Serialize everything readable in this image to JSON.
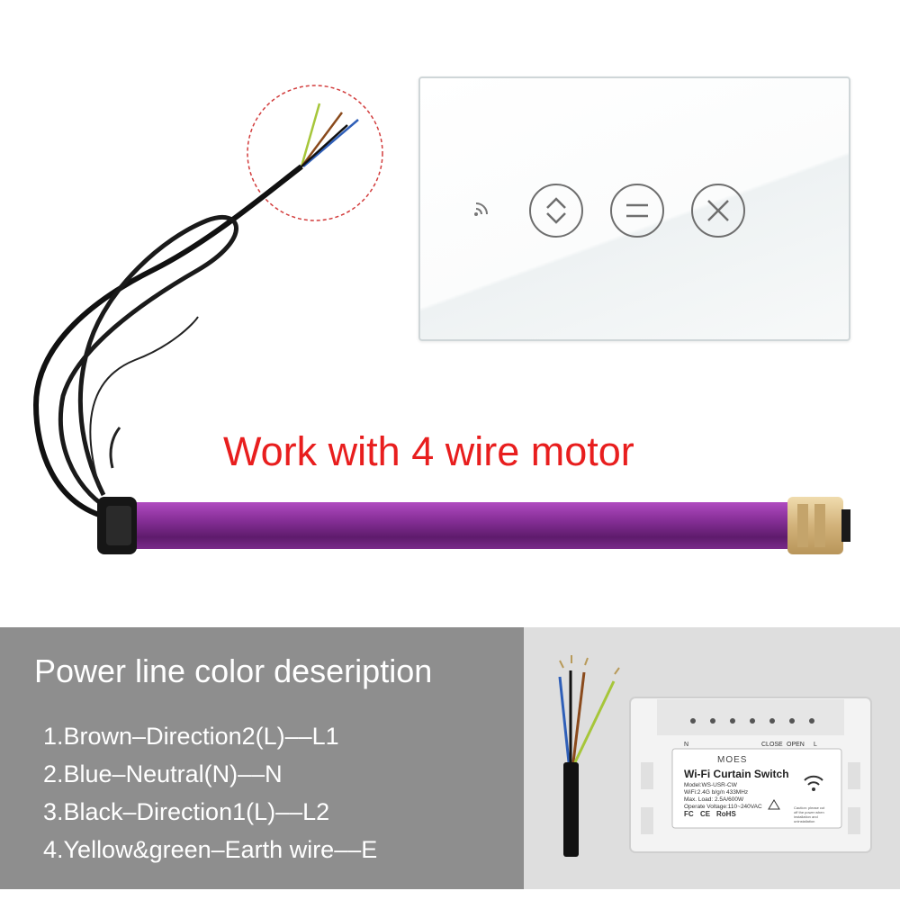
{
  "headline": "Work with 4 wire motor",
  "section_title": "Power line color deseription",
  "wire_items": [
    "1.Brown–Direction2(L)––L1",
    "2.Blue–Neutral(N)––N",
    "3.Black–Direction1(L)––L2",
    "4.Yellow&green–Earth wire––E"
  ],
  "panel_icons": [
    "wifi-indicator-icon",
    "up-down-arrows-icon",
    "stop-icon",
    "close-x-icon"
  ],
  "module": {
    "brand": "MOES",
    "title": "Wi-Fi Curtain Switch",
    "specs": [
      "Model:WS-USR-CW",
      "WiFi:2.4G b/g/n 433MHz",
      "Max. Load: 2.5A/600W",
      "Operate Voltage:110~240VAC"
    ],
    "terminals": {
      "n": "N",
      "close": "CLOSE",
      "open": "OPEN",
      "l": "L"
    },
    "certs": {
      "fc": "FC",
      "ce": "CE",
      "rohs": "RoHS"
    },
    "caution": "Caution: please cut off the power when installation and uninstallation"
  },
  "colors": {
    "headline": "#e81e1e",
    "motor_tube": "#7a2a8a",
    "motor_cap": "#d9c08e",
    "left_panel": "#8e8e8e",
    "right_panel": "#dedede",
    "wire_brown": "#8a4a1c",
    "wire_blue": "#2f5fb8",
    "wire_yellow_green": "#a6c63a",
    "wire_black": "#111111"
  }
}
